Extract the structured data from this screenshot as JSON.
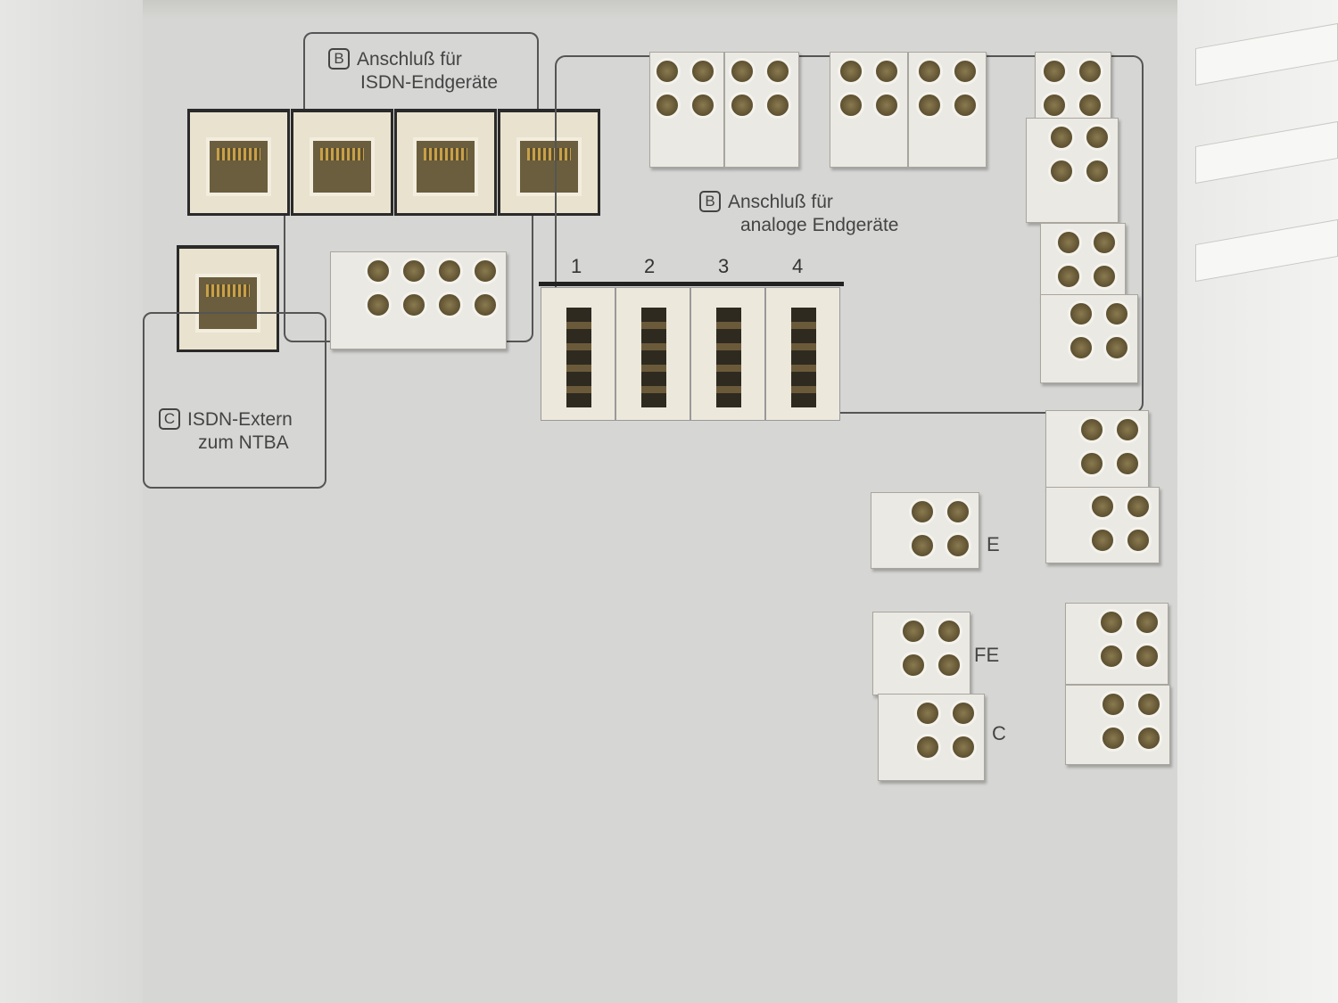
{
  "isdn_devices": {
    "badge": "B",
    "line1": "Anschluß für",
    "line2": "ISDN-Endgeräte"
  },
  "analog_devices": {
    "badge": "B",
    "line1": "Anschluß für",
    "line2": "analoge Endgeräte"
  },
  "isdn_external": {
    "badge": "C",
    "line1": "ISDN-Extern",
    "line2": "zum NTBA"
  },
  "port_numbers": [
    "1",
    "2",
    "3",
    "4"
  ],
  "terminal_labels": {
    "e": "E",
    "fe": "FE",
    "c": "C"
  }
}
